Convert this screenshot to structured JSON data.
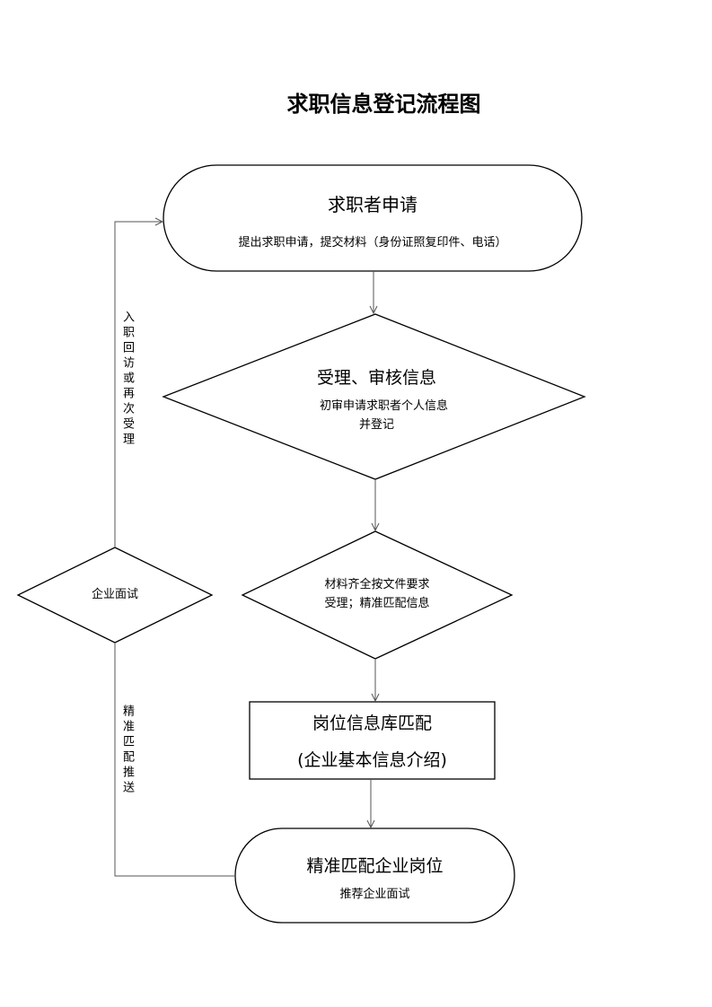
{
  "title": "求职信息登记流程图",
  "nodes": {
    "apply": {
      "title": "求职者申请",
      "subtitle": "提出求职申请，提交材料（身份证照复印件、电话）"
    },
    "review": {
      "title": "受理、审核信息",
      "line1": "初审申请求职者个人信息",
      "line2": "并登记"
    },
    "accept": {
      "line1": "材料齐全按文件要求",
      "line2": "受理；精准匹配信息"
    },
    "database": {
      "line1": "岗位信息库匹配",
      "line2": "(企业基本信息介绍)"
    },
    "match": {
      "title": "精准匹配企业岗位",
      "subtitle": "推荐企业面试"
    },
    "interview": {
      "label": "企业面试"
    }
  },
  "edges": {
    "upper_loop_label": "入职回访或再次受理",
    "lower_loop_label": "精准匹配推送"
  }
}
